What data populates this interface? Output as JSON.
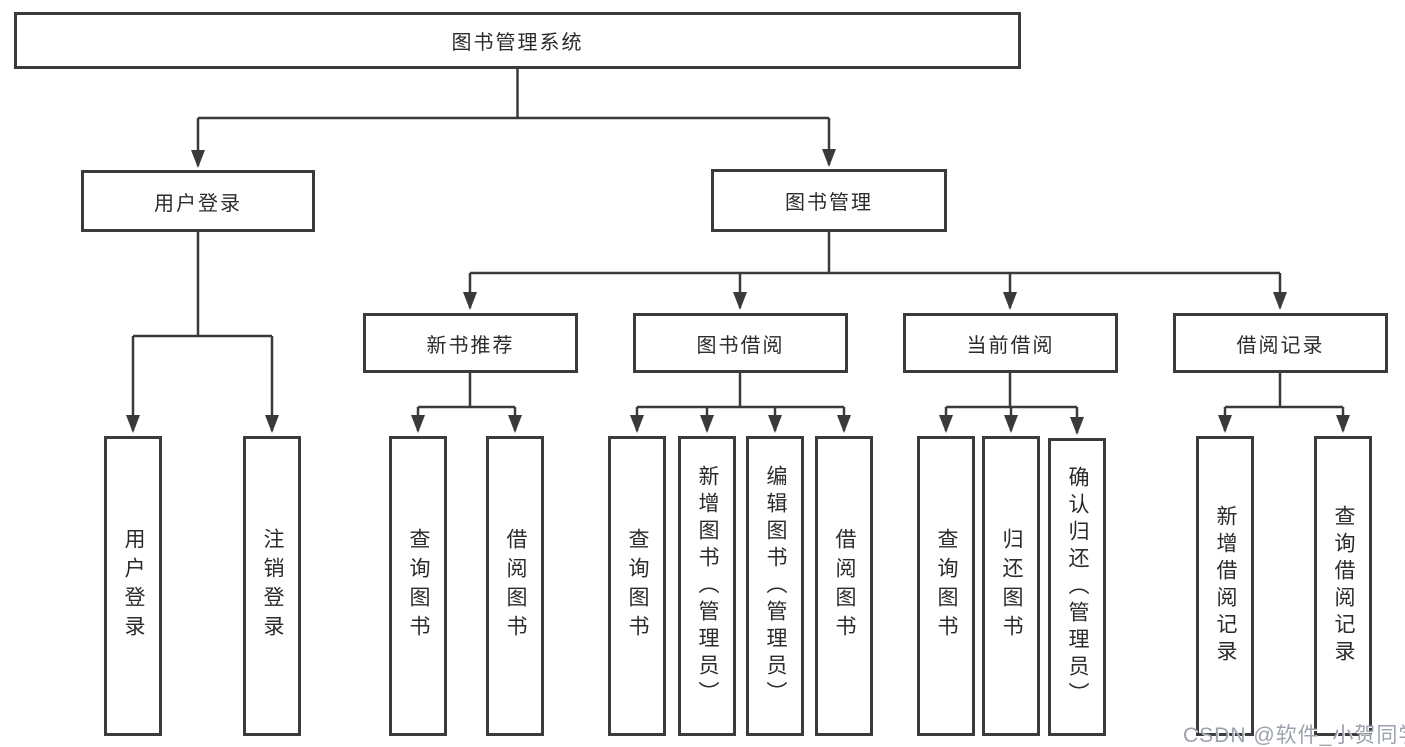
{
  "diagram": {
    "root": {
      "label": "图书管理系统"
    },
    "user_login": {
      "label": "用户登录",
      "children": [
        "用户登录",
        "注销登录"
      ]
    },
    "book_mgmt": {
      "label": "图书管理",
      "branches": [
        {
          "label": "新书推荐",
          "children": [
            "查询图书",
            "借阅图书"
          ]
        },
        {
          "label": "图书借阅",
          "children": [
            "查询图书",
            "新增图书（管理员）",
            "编辑图书（管理员）",
            "借阅图书"
          ]
        },
        {
          "label": "当前借阅",
          "children": [
            "查询图书",
            "归还图书",
            "确认归还（管理员）"
          ]
        },
        {
          "label": "借阅记录",
          "children": [
            "新增借阅记录",
            "查询借阅记录"
          ]
        }
      ]
    }
  },
  "watermark": "CSDN @软件_小贺同学",
  "colors": {
    "line": "#3a3a3a",
    "text": "#2b2b2b",
    "watermark": "#9ba1ad",
    "background": "#ffffff"
  }
}
